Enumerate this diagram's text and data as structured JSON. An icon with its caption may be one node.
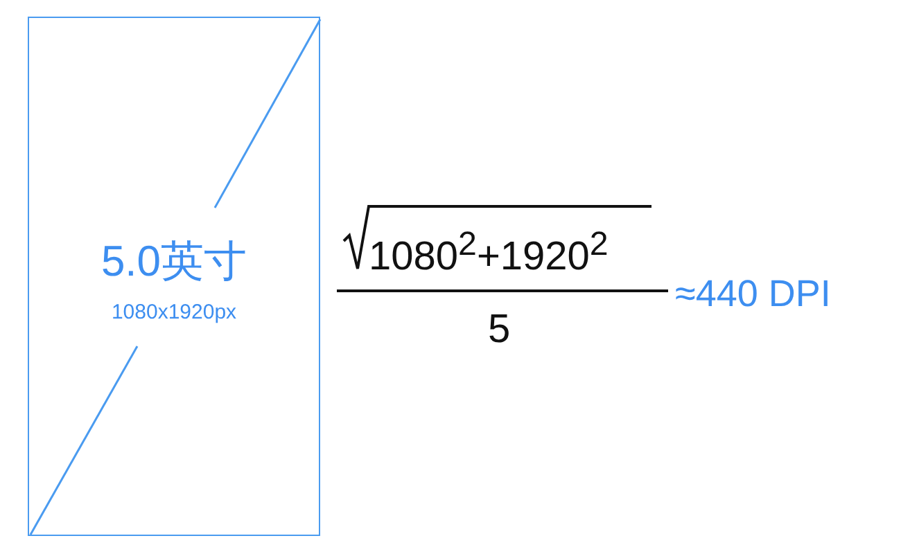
{
  "diagram": {
    "nodes": [
      {
        "text": [
          "5.0英寸",
          "1080x1920px"
        ]
      }
    ],
    "edges": [],
    "labels": [
      "1080$^{2}$+1920$^{2}$",
      "5",
      "≈440 DPI"
    ]
  }
}
